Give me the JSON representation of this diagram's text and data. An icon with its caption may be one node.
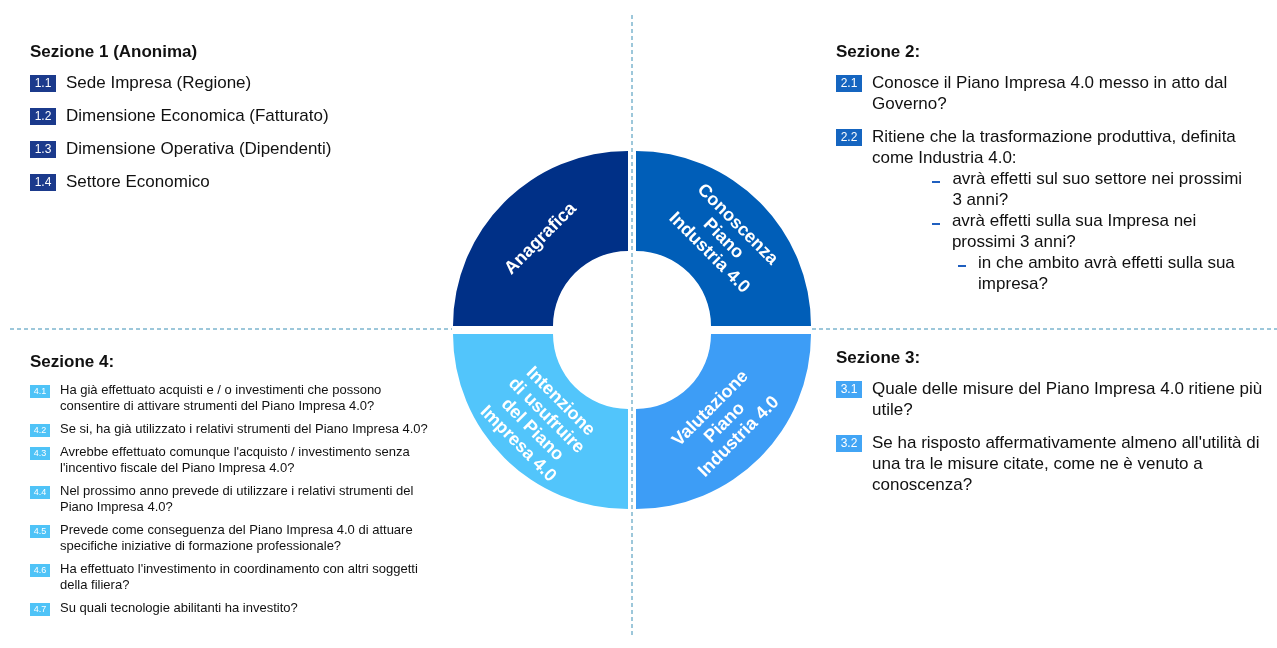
{
  "diagram": {
    "nodes": [
      {
        "text": [
          "1.1"
        ],
        "beside": [
          "Sede Impresa (Regione)"
        ]
      },
      {
        "text": [
          "1.2"
        ],
        "beside": [
          "Dimensione Economica (Fatturato)"
        ]
      },
      {
        "text": [
          "1.3"
        ],
        "beside": [
          "Dimensione Operativa (Dipendenti)"
        ]
      },
      {
        "text": [
          "1.4"
        ],
        "beside": [
          "Settore Economico"
        ]
      },
      {
        "text": [
          "2.1"
        ],
        "beside": [
          "Conosce il Piano Impresa 4.0 messo in atto dal Governo?"
        ]
      },
      {
        "text": [
          "2.2"
        ],
        "beside": [
          "Ritiene che la trasformazione produttiva, definita come Industria 4.0:",
          "avrà effetti sul suo settore nei prossimi 3 anni?",
          "avrà effetti sulla sua Impresa nei prossimi 3 anni?",
          "in che ambito avrà effetti sulla sua impresa?"
        ]
      },
      {
        "text": [
          "Anagrafica"
        ]
      },
      {
        "text": [
          "Conoscenza Piano Industria 4.0"
        ]
      },
      {
        "text": [
          "Intenzione di usufruire del Piano Impresa 4.0"
        ]
      },
      {
        "text": [
          "Valutazione Piano Industria 4.0"
        ]
      },
      {
        "text": [
          "4.1"
        ],
        "beside": [
          "Ha già effettuato acquisti e / o investimenti che possono consentire di attivare strumenti del Piano Impresa 4.0?"
        ]
      },
      {
        "text": [
          "4.2"
        ],
        "beside": [
          "Se si, ha già utilizzato i relativi strumenti del Piano Impresa 4.0?"
        ]
      },
      {
        "text": [
          "4.3"
        ],
        "beside": [
          "Avrebbe effettuato comunque l'acquisto / investimento senza l'incentivo fiscale del Piano Impresa 4.0?"
        ]
      },
      {
        "text": [
          "4.4"
        ],
        "beside": [
          "Nel prossimo anno prevede di utilizzare i relativi strumenti del Piano Impresa 4.0?"
        ]
      },
      {
        "text": [
          "4.5"
        ],
        "beside": [
          "Prevede come conseguenza del Piano Impresa 4.0 di attuare specifiche iniziative di formazione professionale?"
        ]
      },
      {
        "text": [
          "4.6"
        ],
        "beside": [
          "Ha effettuato l'investimento in coordinamento con altri soggetti della filiera?"
        ]
      },
      {
        "text": [
          "4.7"
        ],
        "beside": [
          "Su quali tecnologie abilitanti ha investito?"
        ]
      },
      {
        "text": [
          "3.1"
        ],
        "beside": [
          "Quale delle misure del Piano Impresa 4.0 ritiene più utile?"
        ]
      },
      {
        "text": [
          "3.2"
        ],
        "beside": [
          "Se ha risposto affermativamente almeno all'utilità di una tra le misure citate, come ne è venuto a conoscenza?"
        ]
      }
    ],
    "labels": [
      "Sezione 1 (Anonima)",
      "**Sezione 2**:",
      "**Sezione 4**:",
      "**Sezione 3**:"
    ]
  }
}
